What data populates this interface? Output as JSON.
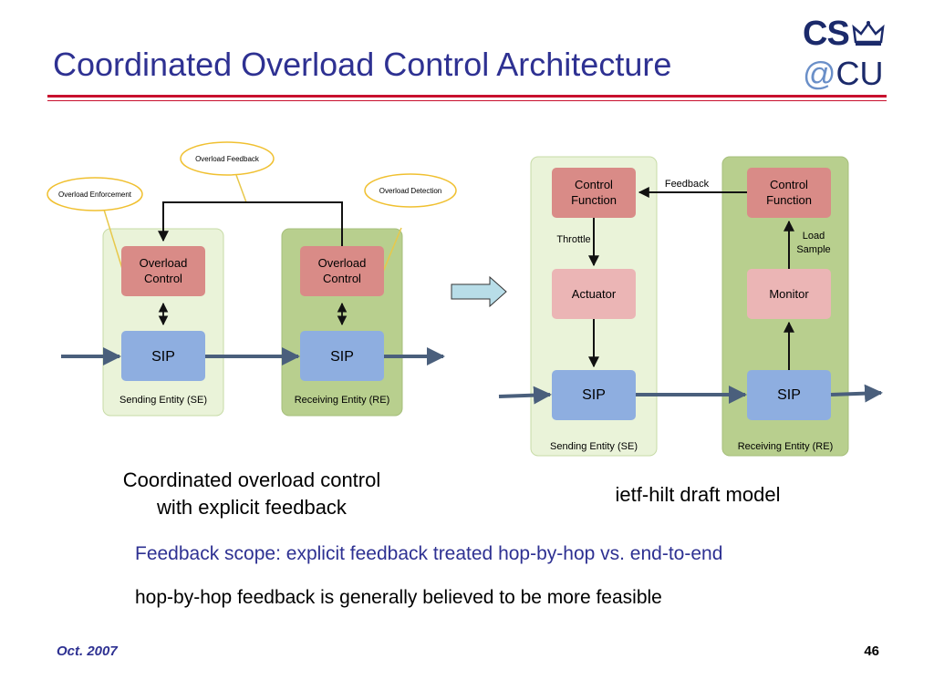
{
  "slide": {
    "title": "Coordinated Overload Control Architecture",
    "date": "Oct. 2007",
    "page_number": "46",
    "bullet_feedback_scope": "Feedback scope: explicit feedback treated hop-by-hop vs. end-to-end",
    "bullet_hop_by_hop": "hop-by-hop feedback is generally believed to be more feasible"
  },
  "logo": {
    "line1": "CS",
    "line2_at": "@",
    "line2_cu": "CU"
  },
  "left_diagram": {
    "callout_feedback": "Overload Feedback",
    "callout_enforcement": "Overload Enforcement",
    "callout_detection": "Overload Detection",
    "se_overload_line1": "Overload",
    "se_overload_line2": "Control",
    "re_overload_line1": "Overload",
    "re_overload_line2": "Control",
    "se_sip": "SIP",
    "re_sip": "SIP",
    "se_label": "Sending Entity (SE)",
    "re_label": "Receiving Entity (RE)",
    "caption_line1": "Coordinated overload control",
    "caption_line2": "with explicit feedback"
  },
  "right_diagram": {
    "se_control_line1": "Control",
    "se_control_line2": "Function",
    "re_control_line1": "Control",
    "re_control_line2": "Function",
    "feedback_label": "Feedback",
    "throttle_label": "Throttle",
    "load_sample_line1": "Load",
    "load_sample_line2": "Sample",
    "actuator": "Actuator",
    "monitor": "Monitor",
    "se_sip": "SIP",
    "re_sip": "SIP",
    "se_label": "Sending Entity (SE)",
    "re_label": "Receiving Entity (RE)",
    "caption": "ietf-hilt draft model"
  }
}
